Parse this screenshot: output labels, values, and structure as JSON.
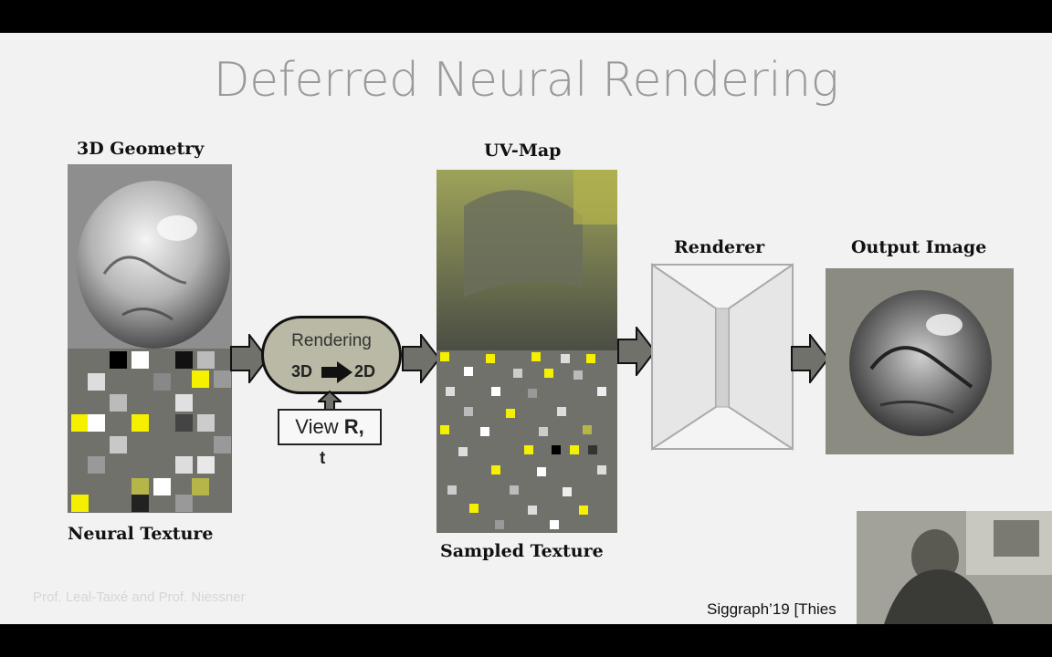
{
  "slide": {
    "title": "Deferred Neural Rendering",
    "credit": "Prof. Leal-Taixé and Prof. Niessner",
    "citation": "Siggraph’19 [Thies"
  },
  "labels": {
    "geometry": "3D Geometry",
    "neural_texture": "Neural Texture",
    "uv_map": "UV-Map",
    "sampled_texture": "Sampled Texture",
    "renderer": "Renderer",
    "output_image": "Output Image"
  },
  "rendering_block": {
    "title": "Rendering",
    "from": "3D",
    "to": "2D"
  },
  "view_input": {
    "text": "View ",
    "bold_r": "R,",
    "bold_t": "t"
  },
  "colors": {
    "texture_background": "#6f716a",
    "texture_yellow": "#f4f000",
    "uv_map_yellow": "#b5b54a",
    "arrow_fill": "#6f716a",
    "pill_fill": "#b9b9a5"
  },
  "icons": {
    "process_arrow": "right-arrow-icon",
    "view_arrow": "up-arrow-icon"
  }
}
